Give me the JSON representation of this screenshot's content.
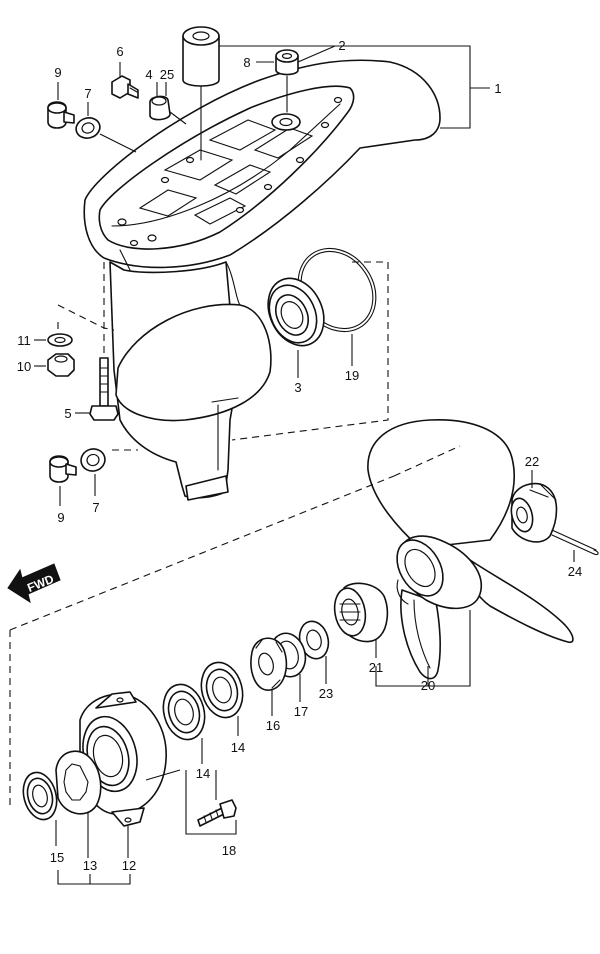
{
  "callouts": [
    {
      "id": "c1",
      "text": "1"
    },
    {
      "id": "c2",
      "text": "2"
    },
    {
      "id": "c3",
      "text": "3"
    },
    {
      "id": "c4",
      "text": "4"
    },
    {
      "id": "c25",
      "text": "25"
    },
    {
      "id": "c5",
      "text": "5"
    },
    {
      "id": "c6",
      "text": "6"
    },
    {
      "id": "c7a",
      "text": "7"
    },
    {
      "id": "c7b",
      "text": "7"
    },
    {
      "id": "c8",
      "text": "8"
    },
    {
      "id": "c9a",
      "text": "9"
    },
    {
      "id": "c9b",
      "text": "9"
    },
    {
      "id": "c10",
      "text": "10"
    },
    {
      "id": "c11",
      "text": "11"
    },
    {
      "id": "c12",
      "text": "12"
    },
    {
      "id": "c13",
      "text": "13"
    },
    {
      "id": "c14a",
      "text": "14"
    },
    {
      "id": "c14b",
      "text": "14"
    },
    {
      "id": "c15",
      "text": "15"
    },
    {
      "id": "c16",
      "text": "16"
    },
    {
      "id": "c17",
      "text": "17"
    },
    {
      "id": "c18",
      "text": "18"
    },
    {
      "id": "c19",
      "text": "19"
    },
    {
      "id": "c20",
      "text": "20"
    },
    {
      "id": "c21",
      "text": "21"
    },
    {
      "id": "c22",
      "text": "22"
    },
    {
      "id": "c23",
      "text": "23"
    },
    {
      "id": "c24",
      "text": "24"
    }
  ],
  "direction_arrow": {
    "text": "FWD"
  },
  "colors": {
    "line": "#111111",
    "background": "#ffffff"
  }
}
